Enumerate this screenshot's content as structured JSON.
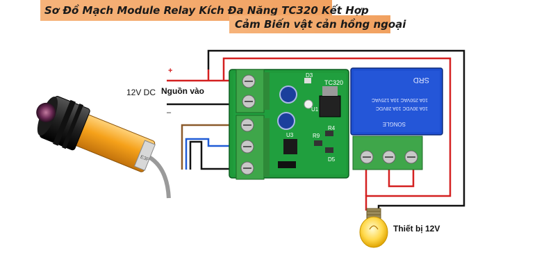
{
  "title": {
    "line1": "Sơ Đồ Mạch Module Relay Kích Đa Năng TC320 Kết Hợp",
    "line2": "Cảm Biến vật cản hồng ngoại"
  },
  "power": {
    "plus": "+",
    "minus": "–",
    "voltage": "12V DC",
    "source": "Nguồn vào"
  },
  "board": {
    "model": "TC320",
    "d3": "D3",
    "u1": "U1",
    "u3": "U3",
    "r4": "R4",
    "r9": "R9",
    "d5": "D5"
  },
  "relay": {
    "brand": "SRD",
    "ratings": [
      "10A 250VAC 10A 125VAC",
      "10A 30VDC 10A 28VDC"
    ],
    "maker": "SONGLE"
  },
  "load": {
    "label": "Thiết bị 12V"
  },
  "sensor": {
    "tag": "E3F"
  },
  "colors": {
    "wire_red": "#d42020",
    "wire_black": "#111111",
    "wire_brown": "#8a5a2b",
    "wire_blue": "#1f5bd6",
    "pcb": "#1f9a3a",
    "relay_blue": "#1e4fd1",
    "terminal_green": "#3fa64a",
    "sensor_orange": "#f5a11a",
    "title_bg": "#f3a86a"
  }
}
